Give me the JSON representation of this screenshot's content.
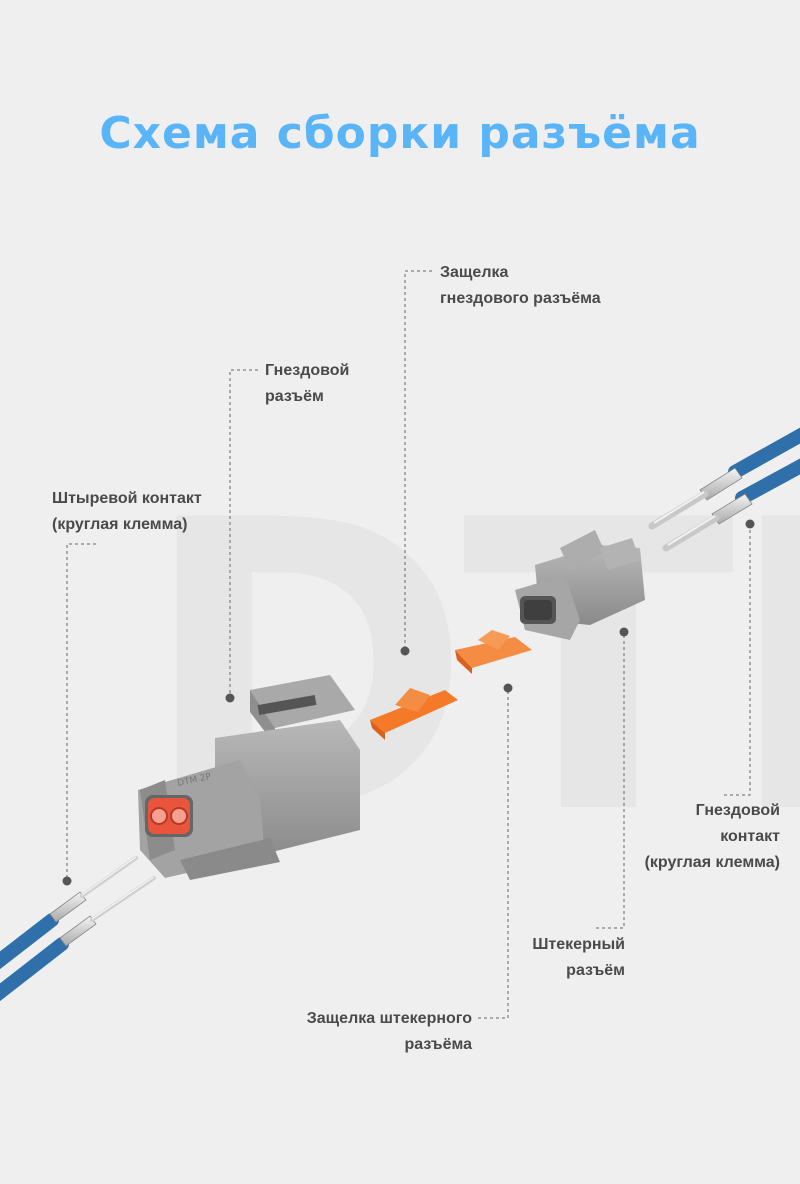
{
  "title": "Схема сборки разъёма",
  "watermark": "DTM",
  "labels": {
    "receptacle_wedge": [
      "Защелка",
      "гнездового разъёма"
    ],
    "receptacle": [
      "Гнездовой",
      "разъём"
    ],
    "pin_contact": [
      "Штыревой контакт",
      "(круглая клемма)"
    ],
    "socket_contact": [
      "Гнездовой",
      "контакт",
      "(круглая клемма)"
    ],
    "plug": [
      "Штекерный",
      "разъём"
    ],
    "plug_wedge": [
      "Защелка штекерного",
      "разъёма"
    ]
  },
  "colors": {
    "title": "#5ab4f8",
    "housing": "#9a9a9a",
    "wedge": "#f47a2a",
    "cable": "#2f6faa",
    "label": "#4a4a4a",
    "leader": "#555555"
  }
}
